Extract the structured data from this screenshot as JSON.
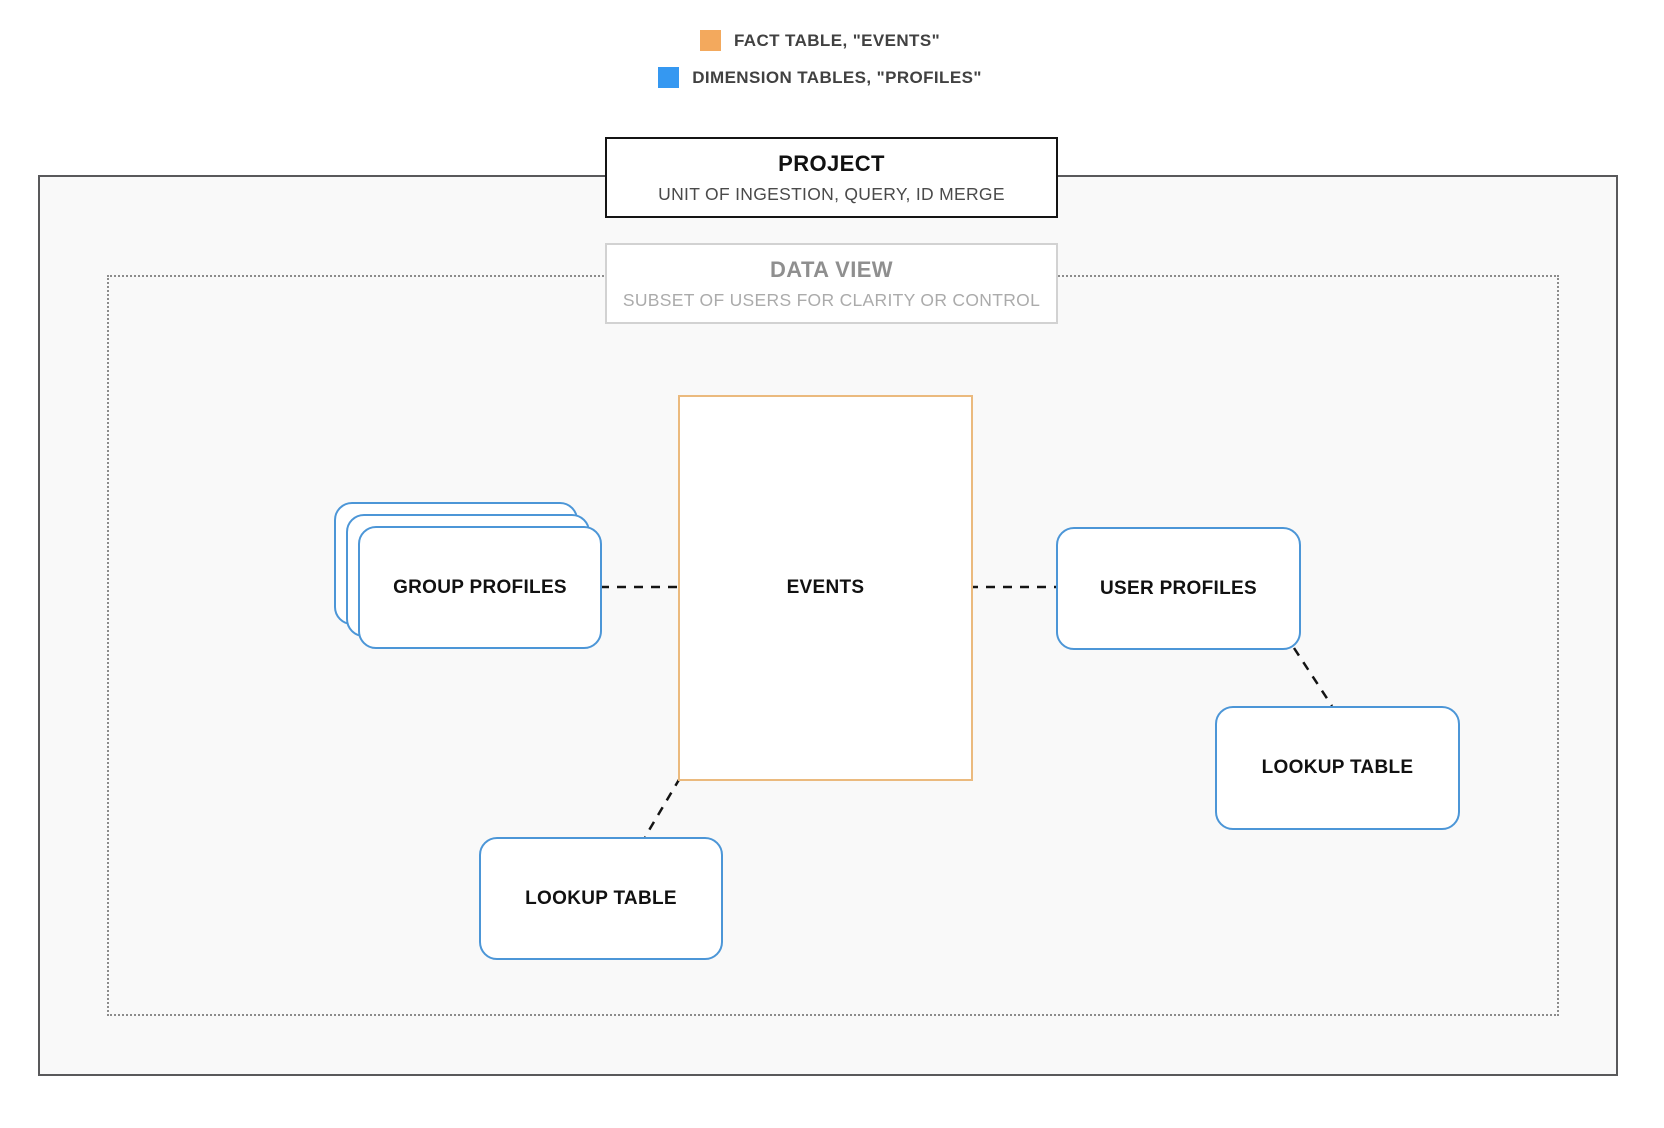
{
  "legend": {
    "items": [
      {
        "id": "fact-table",
        "label": "FACT TABLE, \"EVENTS\"",
        "color": "#F3A95D"
      },
      {
        "id": "dimension-tables",
        "label": "DIMENSION TABLES, \"PROFILES\"",
        "color": "#3598F1"
      }
    ]
  },
  "project_box": {
    "title": "PROJECT",
    "subtitle": "UNIT OF INGESTION, QUERY, ID MERGE"
  },
  "data_view_box": {
    "title": "DATA VIEW",
    "subtitle": "SUBSET OF USERS FOR CLARITY OR CONTROL"
  },
  "nodes": {
    "events": {
      "label": "EVENTS",
      "type": "fact",
      "border_color": "#EBBA7E"
    },
    "group_profiles": {
      "label": "GROUP PROFILES",
      "type": "dimension",
      "stacked": true,
      "border_color": "#4C96D7"
    },
    "user_profiles": {
      "label": "USER PROFILES",
      "type": "dimension",
      "border_color": "#4C96D7"
    },
    "lookup_table_left": {
      "label": "LOOKUP TABLE",
      "type": "dimension",
      "border_color": "#4C96D7"
    },
    "lookup_table_right": {
      "label": "LOOKUP TABLE",
      "type": "dimension",
      "border_color": "#4C96D7"
    }
  },
  "connections": [
    {
      "from": "group_profiles",
      "to": "events",
      "style": "dashed"
    },
    {
      "from": "events",
      "to": "user_profiles",
      "style": "dashed"
    },
    {
      "from": "user_profiles",
      "to": "lookup_table_right",
      "style": "dashed"
    },
    {
      "from": "events",
      "to": "lookup_table_left",
      "style": "dashed"
    }
  ]
}
